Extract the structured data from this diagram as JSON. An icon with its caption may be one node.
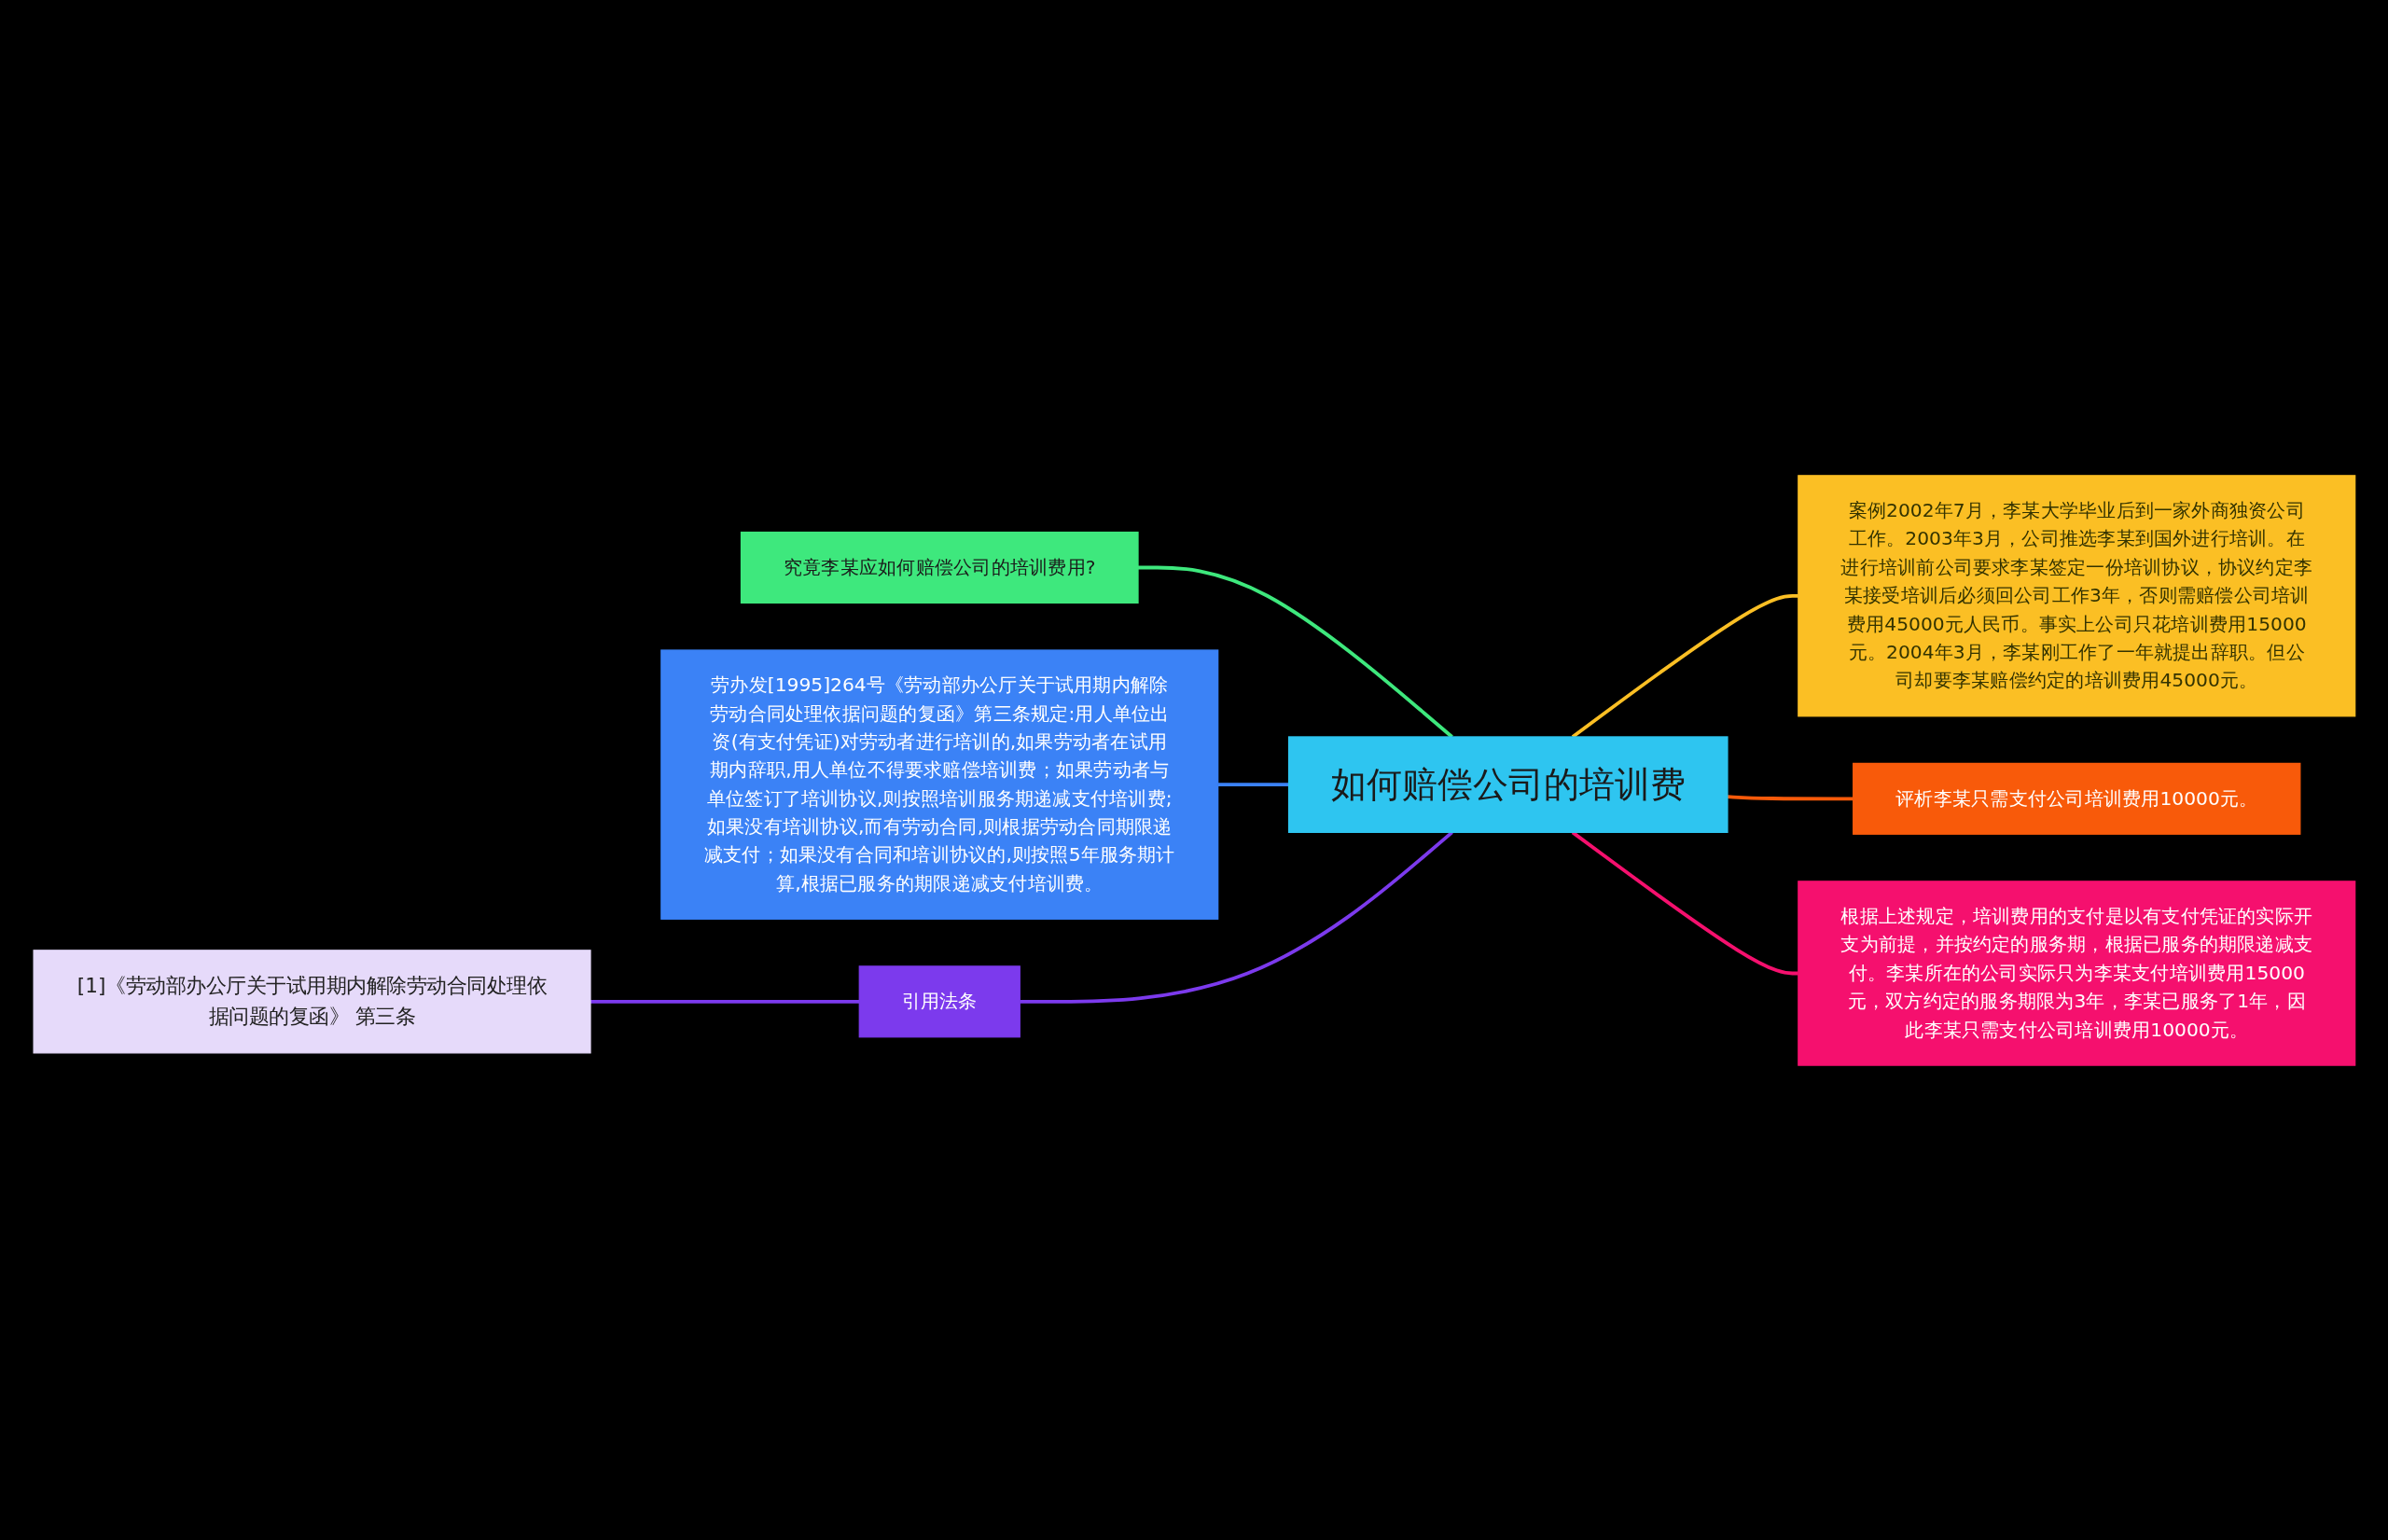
{
  "diagram": {
    "nodes": [
      {
        "text": [
          "如何赔偿公司的培训费"
        ]
      },
      {
        "text": [
          "究竟李某应如何赔偿公司的培训费用?"
        ]
      },
      {
        "text": [
          "劳办发[1995]264号《劳动部办公厅关于试用期内解除劳动合同处理依据问题的复函》第三条规定:用人单位出资(有支付凭证)对劳动者进行培训的,如果劳动者在试用期内辞职,用人单位不得要求赔偿培训费；如果劳动者与单位签订了培训协议,则按照培训服务期递减支付培训费;如果没有培训协议,而有劳动合同,则根据劳动合同期限递减支付；如果没有合同和培训协议的,则按照5年服务期计算,根据已服务的期限递减支付培训费。"
        ]
      },
      {
        "text": [
          "引用法条"
        ]
      },
      {
        "text": [
          "[1]《劳动部办公厅关于试用期内解除劳动合同处理依据问题的复函》 第三条"
        ]
      },
      {
        "text": [
          "案例2002年7月，李某大学毕业后到一家外商独资公司工作。2003年3月，公司推选李某到国外进行培训。在进行培训前公司要求李某签定一份培训协议，协议约定李某接受培训后必须回公司工作3年，否则需赔偿公司培训费用45000元人民币。事实上公司只花培训费用15000元。2004年3月，李某刚工作了一年就提出辞职。但公司却要李某赔偿约定的培训费用45000元。"
        ]
      },
      {
        "text": [
          "评析李某只需支付公司培训费用10000元。"
        ]
      },
      {
        "text": [
          "根据上述规定，培训费用的支付是以有支付凭证的实际开支为前提，并按约定的服务期，根据已服务的期限递减支付。李某所在的公司实际只为李某支付培训费用15000元，双方约定的服务期限为3年，李某已服务了1年，因此李某只需支付公司培训费用10000元。"
        ]
      }
    ],
    "edges": [
      {
        "from": 1,
        "to": 0,
        "arrow": "none",
        "color": "#3ee87d"
      },
      {
        "from": 2,
        "to": 0,
        "arrow": "none",
        "color": "#3b82f6"
      },
      {
        "from": 3,
        "to": 0,
        "arrow": "none",
        "color": "#7c3aed"
      },
      {
        "from": 4,
        "to": 3,
        "arrow": "none",
        "color": "#7c3aed"
      },
      {
        "from": 0,
        "to": 5,
        "arrow": "none",
        "color": "#fbbf24"
      },
      {
        "from": 0,
        "to": 6,
        "arrow": "none",
        "color": "#f85a0a"
      },
      {
        "from": 0,
        "to": 7,
        "arrow": "none",
        "color": "#f5106e"
      }
    ]
  }
}
